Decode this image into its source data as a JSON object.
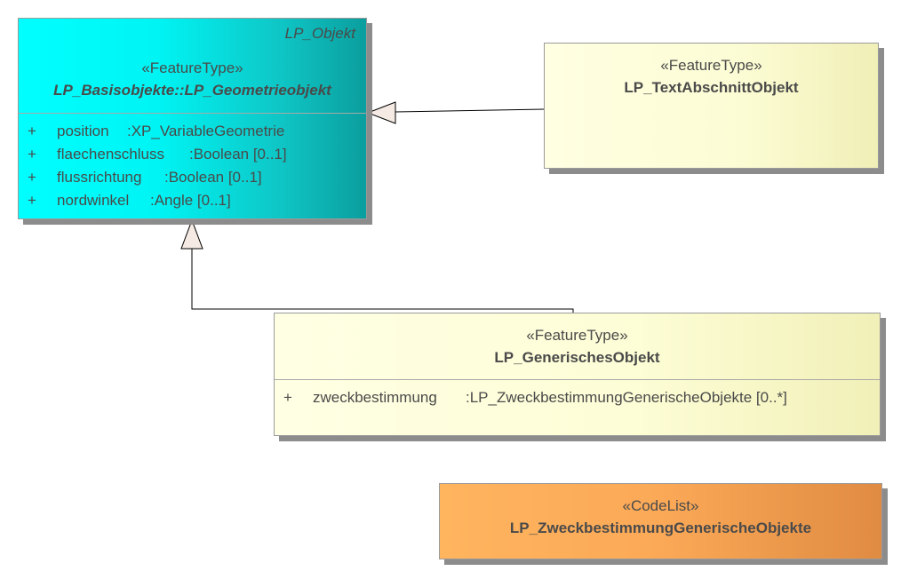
{
  "classes": {
    "geometrieobjekt": {
      "package": "LP_Objekt",
      "stereotype": "«FeatureType»",
      "name": "LP_Basisobjekte::LP_Geometrieobjekt",
      "attributes": [
        {
          "visibility": "+",
          "name": "position",
          "type": ":XP_VariableGeometrie"
        },
        {
          "visibility": "+",
          "name": "flaechenschluss",
          "type": ":Boolean [0..1]"
        },
        {
          "visibility": "+",
          "name": "flussrichtung",
          "type": ":Boolean [0..1]"
        },
        {
          "visibility": "+",
          "name": "nordwinkel",
          "type": ":Angle [0..1]"
        }
      ]
    },
    "textabschnitt": {
      "stereotype": "«FeatureType»",
      "name": "LP_TextAbschnittObjekt"
    },
    "generisch": {
      "stereotype": "«FeatureType»",
      "name": "LP_GenerischesObjekt",
      "attributes": [
        {
          "visibility": "+",
          "name": "zweckbestimmung",
          "type": ":LP_ZweckbestimmungGenerischeObjekte [0..*]"
        }
      ]
    },
    "codelist": {
      "stereotype": "«CodeList»",
      "name": "LP_ZweckbestimmungGenerischeObjekte"
    }
  },
  "colors": {
    "featuretype_abstract": "#00ffff",
    "featuretype": "#ffffe2",
    "codelist": "#ffb45e",
    "line": "#000000",
    "arrowhead_fill": "#f5ebe4"
  }
}
